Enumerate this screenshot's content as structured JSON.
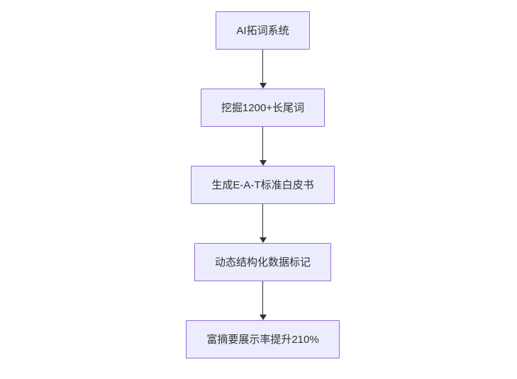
{
  "flowchart": {
    "type": "flowchart",
    "direction": "top-down",
    "nodes": [
      {
        "label": "AI拓词系统"
      },
      {
        "label": "挖掘1200+长尾词"
      },
      {
        "label": "生成E-A-T标准白皮书"
      },
      {
        "label": "动态结构化数据标记"
      },
      {
        "label": "富摘要展示率提升210%"
      }
    ],
    "edges": [
      {
        "from": 0,
        "to": 1
      },
      {
        "from": 1,
        "to": 2
      },
      {
        "from": 2,
        "to": 3
      },
      {
        "from": 3,
        "to": 4
      }
    ],
    "colors": {
      "node_fill": "#ECECFF",
      "node_border": "#9370DB",
      "arrow": "#333333",
      "text": "#333333",
      "background": "#FFFFFF"
    }
  }
}
